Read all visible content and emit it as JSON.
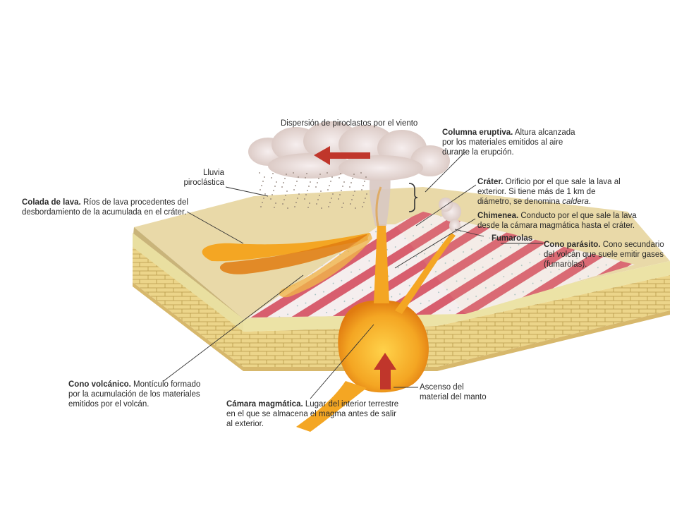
{
  "colors": {
    "lava": "#f4a623",
    "lava_dark": "#e07b10",
    "arrow": "#c0362b",
    "ground_top": "#e7d6a6",
    "brick": "#e8cf7c",
    "stripe_red": "#d45a6a",
    "ash": "#e6ddd8"
  },
  "labels": {
    "wind_dispersion": "Dispersión de piroclastos por el viento",
    "columna_title": "Columna eruptiva.",
    "columna_text": "Altura alcanzada por los materiales emitidos al aire durante la erupción.",
    "lluvia_line1": "Lluvia",
    "lluvia_line2": "piroclástica",
    "colada_title": "Colada de lava.",
    "colada_text": "Ríos de lava procedentes del desbordamiento de la acumulada en el cráter.",
    "crater_title": "Cráter.",
    "crater_text": "Orificio por el que sale la lava al exterior. Si tiene más de 1 km de diámetro, se denomina",
    "crater_italic": "caldera",
    "crater_end": ".",
    "chimenea_title": "Chimenea.",
    "chimenea_text": "Conducto por el que sale la lava desde la cámara magmática hasta el cráter.",
    "fumarolas": "Fumarolas",
    "parasito_title": "Cono parásito.",
    "parasito_text": "Cono secundario del volcán que suele emitir gases (fumarolas).",
    "cono_title": "Cono volcánico.",
    "cono_text": "Montículo formado por la acumulación de los materiales emitidos por el volcán.",
    "camara_title": "Cámara magmática.",
    "camara_text": "Lugar del interior terrestre en el que se almacena el magma antes de salir al exterior.",
    "ascenso_line1": "Ascenso del",
    "ascenso_line2": "material del manto"
  }
}
